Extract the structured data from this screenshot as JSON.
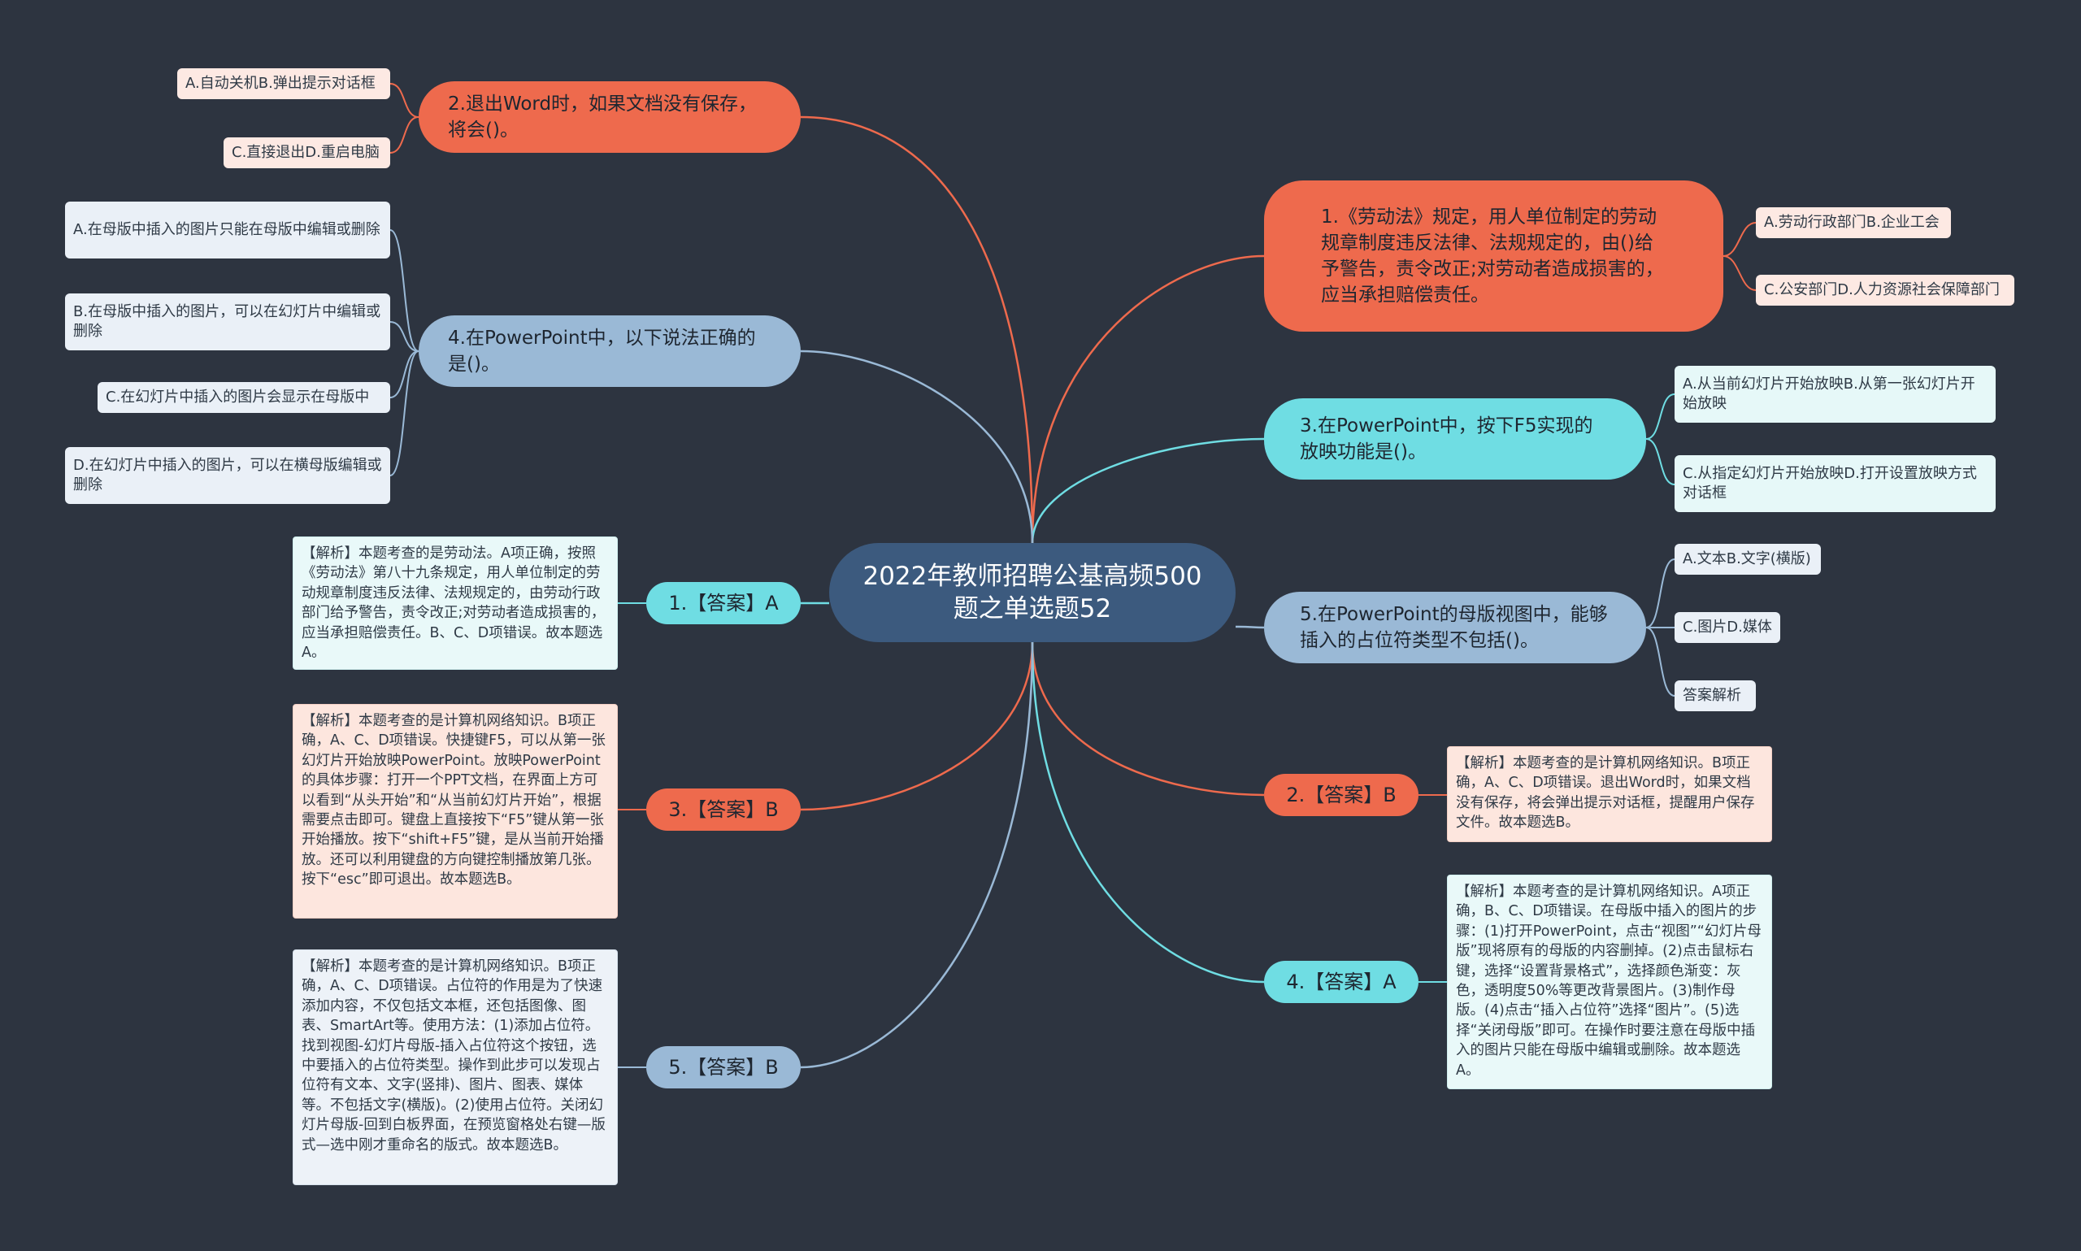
{
  "root": {
    "title": "2022年教师招聘公基高频500题之单选题52"
  },
  "questions": {
    "q1": {
      "text": "1.《劳动法》规定，用人单位制定的劳动规章制度违反法律、法规规定的，由()给予警告，责令改正;对劳动者造成损害的，应当承担赔偿责任。",
      "options": [
        "A.劳动行政部门B.企业工会",
        "C.公安部门D.人力资源社会保障部门"
      ]
    },
    "q2": {
      "text": "2.退出Word时，如果文档没有保存，将会()。",
      "options": [
        "A.自动关机B.弹出提示对话框",
        "C.直接退出D.重启电脑"
      ]
    },
    "q3": {
      "text": "3.在PowerPoint中，按下F5实现的放映功能是()。",
      "options": [
        "A.从当前幻灯片开始放映B.从第一张幻灯片开始放映",
        "C.从指定幻灯片开始放映D.打开设置放映方式对话框"
      ]
    },
    "q4": {
      "text": "4.在PowerPoint中，以下说法正确的是()。",
      "options": [
        "A.在母版中插入的图片只能在母版中编辑或删除",
        "B.在母版中插入的图片，可以在幻灯片中编辑或删除",
        "C.在幻灯片中插入的图片会显示在母版中",
        "D.在幻灯片中插入的图片，可以在横母版编辑或删除"
      ]
    },
    "q5": {
      "text": "5.在PowerPoint的母版视图中，能够插入的占位符类型不包括()。",
      "options": [
        "A.文本B.文字(横版)",
        "C.图片D.媒体",
        "答案解析"
      ]
    }
  },
  "answers": {
    "a1": {
      "label": "1.【答案】A",
      "note": "【解析】本题考查的是劳动法。A项正确，按照《劳动法》第八十九条规定，用人单位制定的劳动规章制度违反法律、法规规定的，由劳动行政部门给予警告，责令改正;对劳动者造成损害的，应当承担赔偿责任。B、C、D项错误。故本题选A。"
    },
    "a2": {
      "label": "2.【答案】B",
      "note": "【解析】本题考查的是计算机网络知识。B项正确，A、C、D项错误。退出Word时，如果文档没有保存，将会弹出提示对话框，提醒用户保存文件。故本题选B。"
    },
    "a3": {
      "label": "3.【答案】B",
      "note": "【解析】本题考查的是计算机网络知识。B项正确，A、C、D项错误。快捷键F5，可以从第一张幻灯片开始放映PowerPoint。放映PowerPoint的具体步骤：打开一个PPT文档，在界面上方可以看到“从头开始”和“从当前幻灯片开始”，根据需要点击即可。键盘上直接按下“F5”键从第一张开始播放。按下“shift+F5”键，是从当前开始播放。还可以利用键盘的方向键控制播放第几张。按下“esc”即可退出。故本题选B。"
    },
    "a4": {
      "label": "4.【答案】A",
      "note": "【解析】本题考查的是计算机网络知识。A项正确，B、C、D项错误。在母版中插入的图片的步骤：(1)打开PowerPoint，点击“视图”“幻灯片母版”现将原有的母版的内容删掉。(2)点击鼠标右键，选择“设置背景格式”，选择颜色渐变：灰色，透明度50%等更改背景图片。(3)制作母版。(4)点击“插入占位符”选择“图片”。(5)选择“关闭母版”即可。在操作时要注意在母版中插入的图片只能在母版中编辑或删除。故本题选A。"
    },
    "a5": {
      "label": "5.【答案】B",
      "note": "【解析】本题考查的是计算机网络知识。B项正确，A、C、D项错误。占位符的作用是为了快速添加内容，不仅包括文本框，还包括图像、图表、SmartArt等。使用方法：(1)添加占位符。找到视图-幻灯片母版-插入占位符这个按钮，选中要插入的占位符类型。操作到此步可以发现占位符有文本、文字(竖排)、图片、图表、媒体等。不包括文字(横版)。(2)使用占位符。关闭幻灯片母版-回到白板界面，在预览窗格处右键—版式—选中刚才重命名的版式。故本题选B。"
    }
  },
  "colors": {
    "background": "#2d3440",
    "root": "#3c5a7e",
    "orange": "#ee6a4d",
    "cyan": "#6fdde3",
    "blue": "#9ab9d6"
  }
}
